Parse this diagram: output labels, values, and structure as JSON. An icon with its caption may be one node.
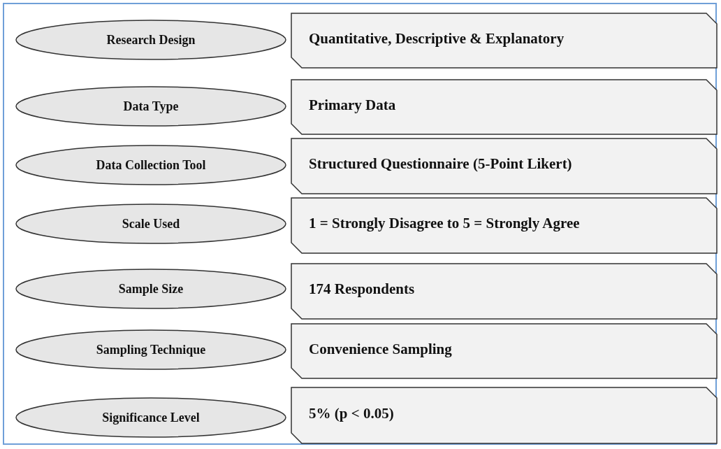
{
  "diagram": {
    "nodes": [
      {
        "text": [
          "Research Design"
        ]
      },
      {
        "text": [
          "Quantitative, Descriptive & Explanatory"
        ]
      },
      {
        "text": [
          "Data Type"
        ]
      },
      {
        "text": [
          "Primary Data"
        ]
      },
      {
        "text": [
          "Data Collection Tool"
        ]
      },
      {
        "text": [
          "Structured Questionnaire (5-Point Likert)"
        ]
      },
      {
        "text": [
          "Scale Used"
        ]
      },
      {
        "text": [
          "1 = Strongly Disagree to 5 = Strongly Agree"
        ]
      },
      {
        "text": [
          "Sample Size"
        ]
      },
      {
        "text": [
          "174 Respondents"
        ]
      },
      {
        "text": [
          "Sampling Technique"
        ]
      },
      {
        "text": [
          "Convenience Sampling"
        ]
      },
      {
        "text": [
          "Significance Level"
        ]
      },
      {
        "text": [
          "5% (p < 0.05)"
        ]
      }
    ]
  }
}
